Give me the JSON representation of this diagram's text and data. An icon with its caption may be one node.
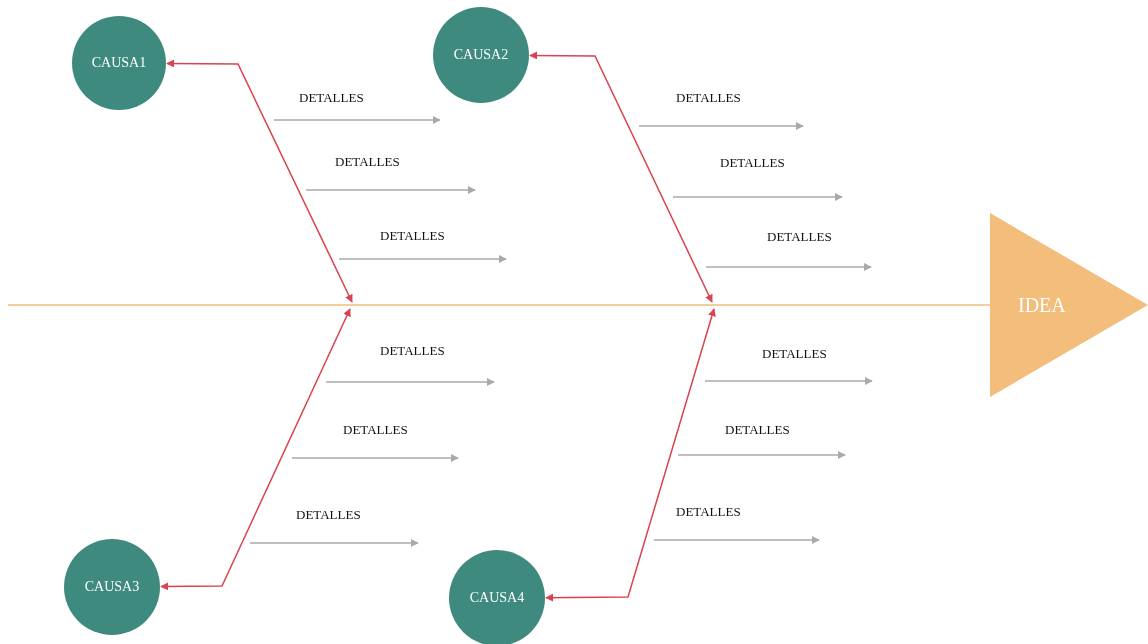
{
  "diagram": {
    "nodes": [
      {
        "text": [
          "CAUSA1"
        ]
      },
      {
        "text": [
          "CAUSA2"
        ]
      },
      {
        "text": [
          "CAUSA3"
        ]
      },
      {
        "text": [
          "CAUSA4"
        ]
      },
      {
        "text": [
          "IDEA"
        ]
      }
    ],
    "edges": [
      {
        "from": null,
        "to": 0,
        "arrow": "both"
      },
      {
        "from": null,
        "to": 1,
        "arrow": "both"
      },
      {
        "from": null,
        "to": 2,
        "arrow": "both"
      },
      {
        "from": null,
        "to": 3,
        "arrow": "both"
      },
      {
        "from": null,
        "to": 4,
        "arrow": "none",
        "color": "#f3bd7c"
      }
    ],
    "labels": [
      "DETALLES",
      "DETALLES",
      "DETALLES",
      "DETALLES",
      "DETALLES",
      "DETALLES",
      "DETALLES",
      "DETALLES",
      "DETALLES",
      "DETALLES",
      "DETALLES",
      "DETALLES"
    ]
  }
}
